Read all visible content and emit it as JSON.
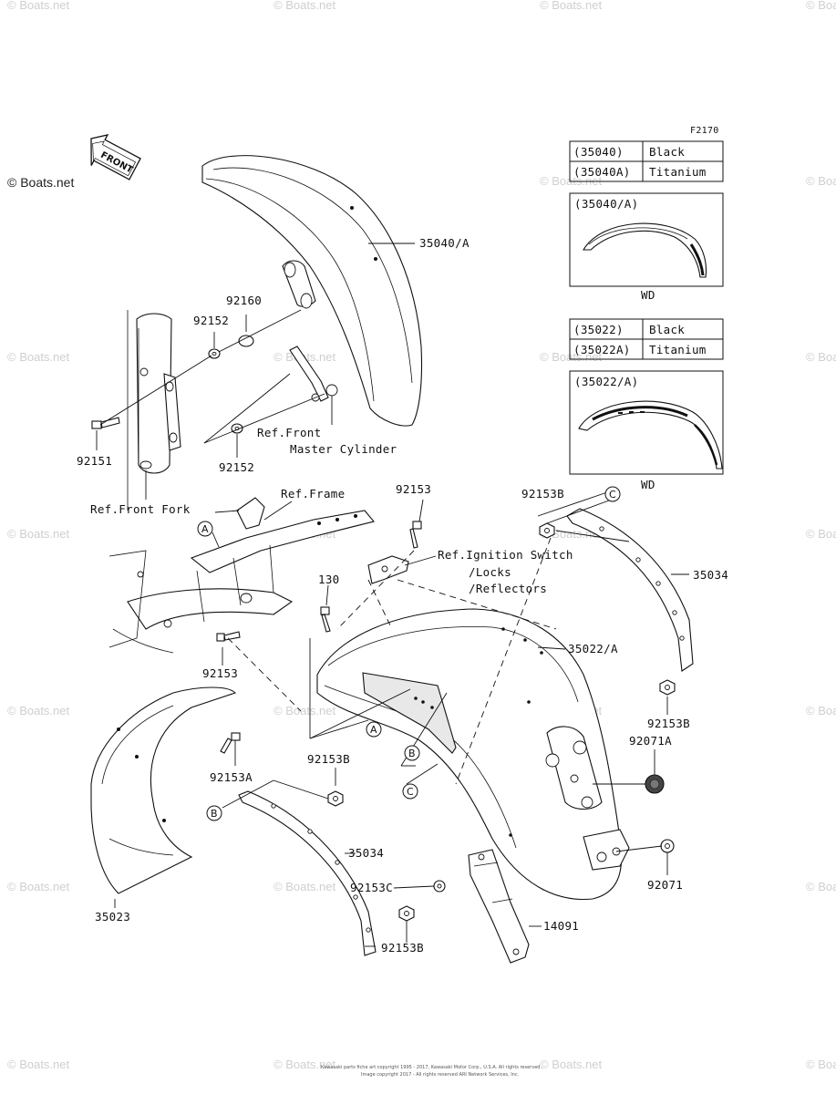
{
  "watermark": "© Boats.net",
  "figure_code": "F2170",
  "front_arrow": "FRONT",
  "color_tables": [
    {
      "rows": [
        {
          "code": "(35040)",
          "color": "Black"
        },
        {
          "code": "(35040A)",
          "color": "Titanium"
        }
      ],
      "inset_label": "(35040/A)",
      "inset_caption": "WD"
    },
    {
      "rows": [
        {
          "code": "(35022)",
          "color": "Black"
        },
        {
          "code": "(35022A)",
          "color": "Titanium"
        }
      ],
      "inset_label": "(35022/A)",
      "inset_caption": "WD"
    }
  ],
  "labels": {
    "p35040a": "35040/A",
    "p92160": "92160",
    "p92152_top": "92152",
    "p92152_bottom": "92152",
    "p92151": "92151",
    "ref_front_master_1": "Ref.Front",
    "ref_front_master_2": "Master Cylinder",
    "ref_front_fork": "Ref.Front Fork",
    "ref_frame": "Ref.Frame",
    "p92153_top": "92153",
    "p92153b_top": "92153B",
    "ref_ignition_1": "Ref.Ignition Switch",
    "ref_ignition_2": "/Locks",
    "ref_ignition_3": "/Reflectors",
    "p130": "130",
    "p35034_right": "35034",
    "p35022a": "35022/A",
    "p92153_left": "92153",
    "p92153b_right": "92153B",
    "p92071a": "92071A",
    "p92153a": "92153A",
    "p92153b_mid": "92153B",
    "p35034_lower": "35034",
    "p92153c": "92153C",
    "p92071": "92071",
    "p14091": "14091",
    "p35023": "35023",
    "p92153b_bottom": "92153B"
  },
  "ref_markers": {
    "a": "A",
    "b": "B",
    "c": "C"
  },
  "copyright_line_1": "Kawasaki parts fiche art copyright 1995 - 2017, Kawasaki Motor Corp., U.S.A. All rights reserved.",
  "copyright_line_2": "Image copyright 2017 - All rights reserved ARI Network Services, Inc."
}
